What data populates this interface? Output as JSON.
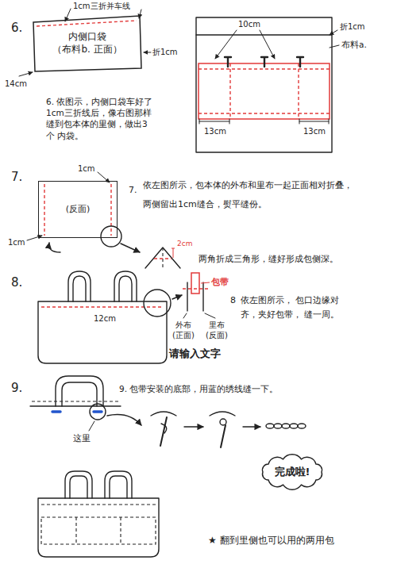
{
  "diagram": {
    "nodes": [
      {
        "text": [
          "内侧口袋",
          "（布料b. 正面）"
        ]
      },
      {
        "text": [
          "(反面)"
        ]
      },
      {
        "text": [
          "完成啦!"
        ]
      }
    ],
    "labels": [
      "6.",
      "1cm三折并车线",
      "折1cm",
      "14cm",
      "6. 依图示，内侧口袋车好了 1cm三折线后，像右图那样 缝到包本体的里侧，做出3个 内袋。",
      "10cm",
      "折1cm",
      "布料a.",
      "13cm",
      "13cm",
      "7.",
      "1cm",
      "1cm",
      "7.",
      "依左图所示，包本体的外布和里布一起正面相对折叠， 两侧留出1cm缝合，熨平缝份。",
      "2cm",
      "两角折成三角形，缝好形成包侧深。",
      "8.",
      "12cm",
      "包带",
      "外布 (正面)",
      "里布 (反面)",
      "8",
      "依左图所示， 包口边缘对齐，夹好包带， 缝一周。",
      "请输入文字",
      "9.",
      "9. 包带安装的底部，用蓝的绣线缝一下。",
      "这里",
      "★ 翻到里侧也可以用的两用包"
    ]
  }
}
